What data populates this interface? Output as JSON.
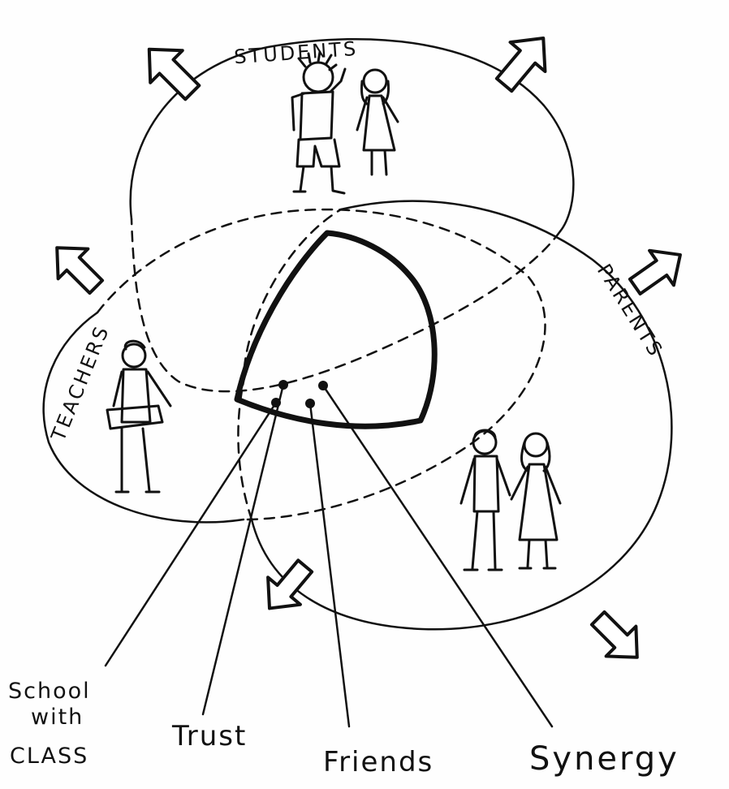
{
  "circles": {
    "students": "STUDENTS",
    "teachers": "TEACHERS",
    "parents": "PARENTS"
  },
  "callouts": {
    "school_with_class": [
      "School",
      "with",
      "CLASS"
    ],
    "trust": "Trust",
    "friends": "Friends",
    "synergy": "Synergy"
  },
  "colors": {
    "ink": "#111111",
    "paper": "#fefefe"
  }
}
